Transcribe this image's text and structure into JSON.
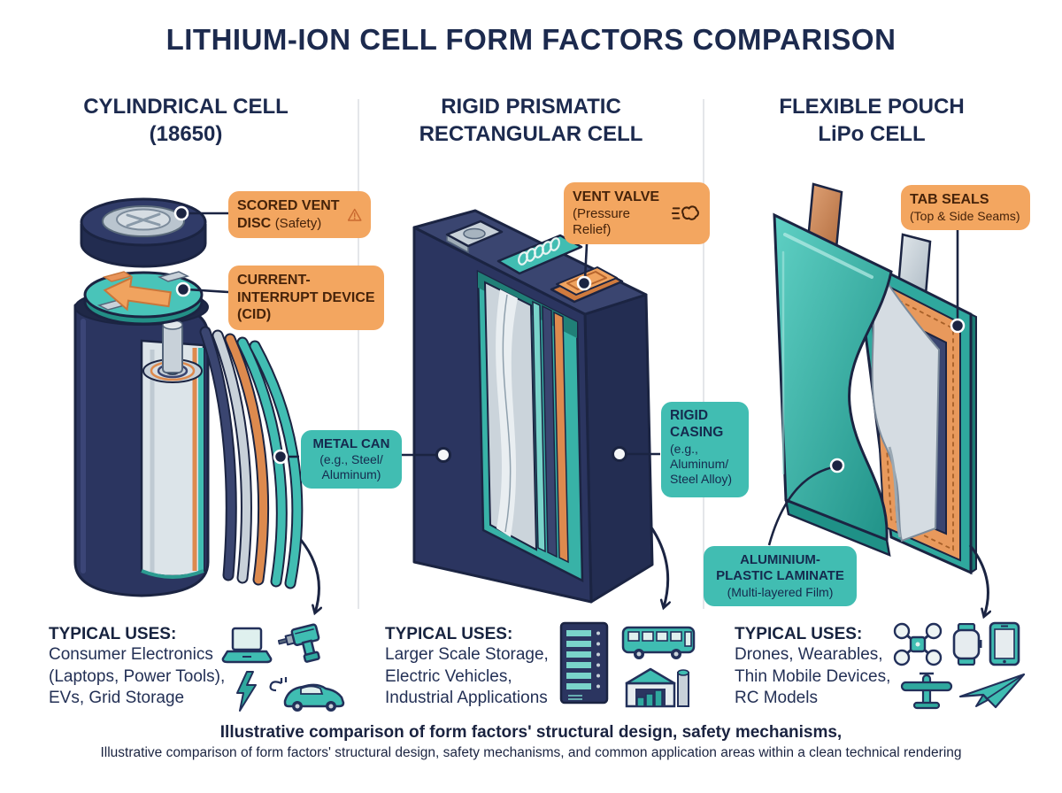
{
  "title": "LITHIUM-ION CELL FORM FACTORS COMPARISON",
  "columns": [
    {
      "id": "cylindrical",
      "heading": "CYLINDRICAL CELL\n(18650)",
      "typical_uses": {
        "label": "TYPICAL USES:",
        "items": "Consumer Electronics\n(Laptops, Power Tools),\nEVs, Grid Storage",
        "icons": [
          "laptop",
          "power-drill",
          "lightning-bolt",
          "electric-car"
        ]
      }
    },
    {
      "id": "prismatic",
      "heading": "RIGID PRISMATIC\nRECTANGULAR CELL",
      "typical_uses": {
        "label": "TYPICAL USES:",
        "items": "Larger Scale Storage,\nElectric Vehicles,\nIndustrial Applications",
        "icons": [
          "server-rack",
          "electric-bus",
          "industrial-building"
        ]
      }
    },
    {
      "id": "pouch",
      "heading": "FLEXIBLE POUCH\nLiPo CELL",
      "typical_uses": {
        "label": "TYPICAL USES:",
        "items": "Drones, Wearables,\nThin Mobile Devices,\nRC Models",
        "icons": [
          "drone",
          "smartwatch",
          "smartphone",
          "rc-plane",
          "rc-jet"
        ]
      }
    }
  ],
  "callouts": {
    "scored_vent_disc": {
      "bold": "SCORED VENT DISC",
      "plain": "(Safety)",
      "icon": "warning-triangle"
    },
    "current_interrupt_device": {
      "bold": "CURRENT-INTERRUPT DEVICE (CID)"
    },
    "metal_can": {
      "bold": "METAL CAN",
      "plain": "(e.g., Steel/\nAluminum)"
    },
    "vent_valve": {
      "bold": "VENT VALVE",
      "plain": "(Pressure Relief)",
      "icon": "gas-release"
    },
    "rigid_casing": {
      "bold": "RIGID CASING",
      "plain": "(e.g.,\nAluminum/\nSteel Alloy)"
    },
    "tab_seals": {
      "bold": "TAB SEALS",
      "plain": "(Top & Side Seams)"
    },
    "aluminium_plastic_laminate": {
      "bold": "ALUMINIUM-PLASTIC LAMINATE",
      "plain": "(Multi-layered Film)"
    }
  },
  "footer": {
    "line1": "Illustrative comparison of form factors' structural design, safety mechanisms,",
    "line2": "Illustrative comparison of form factors' structural design, safety mechanisms, and common application areas within a clean technical rendering"
  },
  "colors": {
    "navy_text": "#1C2A4E",
    "illustration_navy": "#2B3560",
    "teal": "#41BDB2",
    "orange": "#F3A660",
    "silver": "#C8D1D9",
    "copper": "#C98355"
  }
}
